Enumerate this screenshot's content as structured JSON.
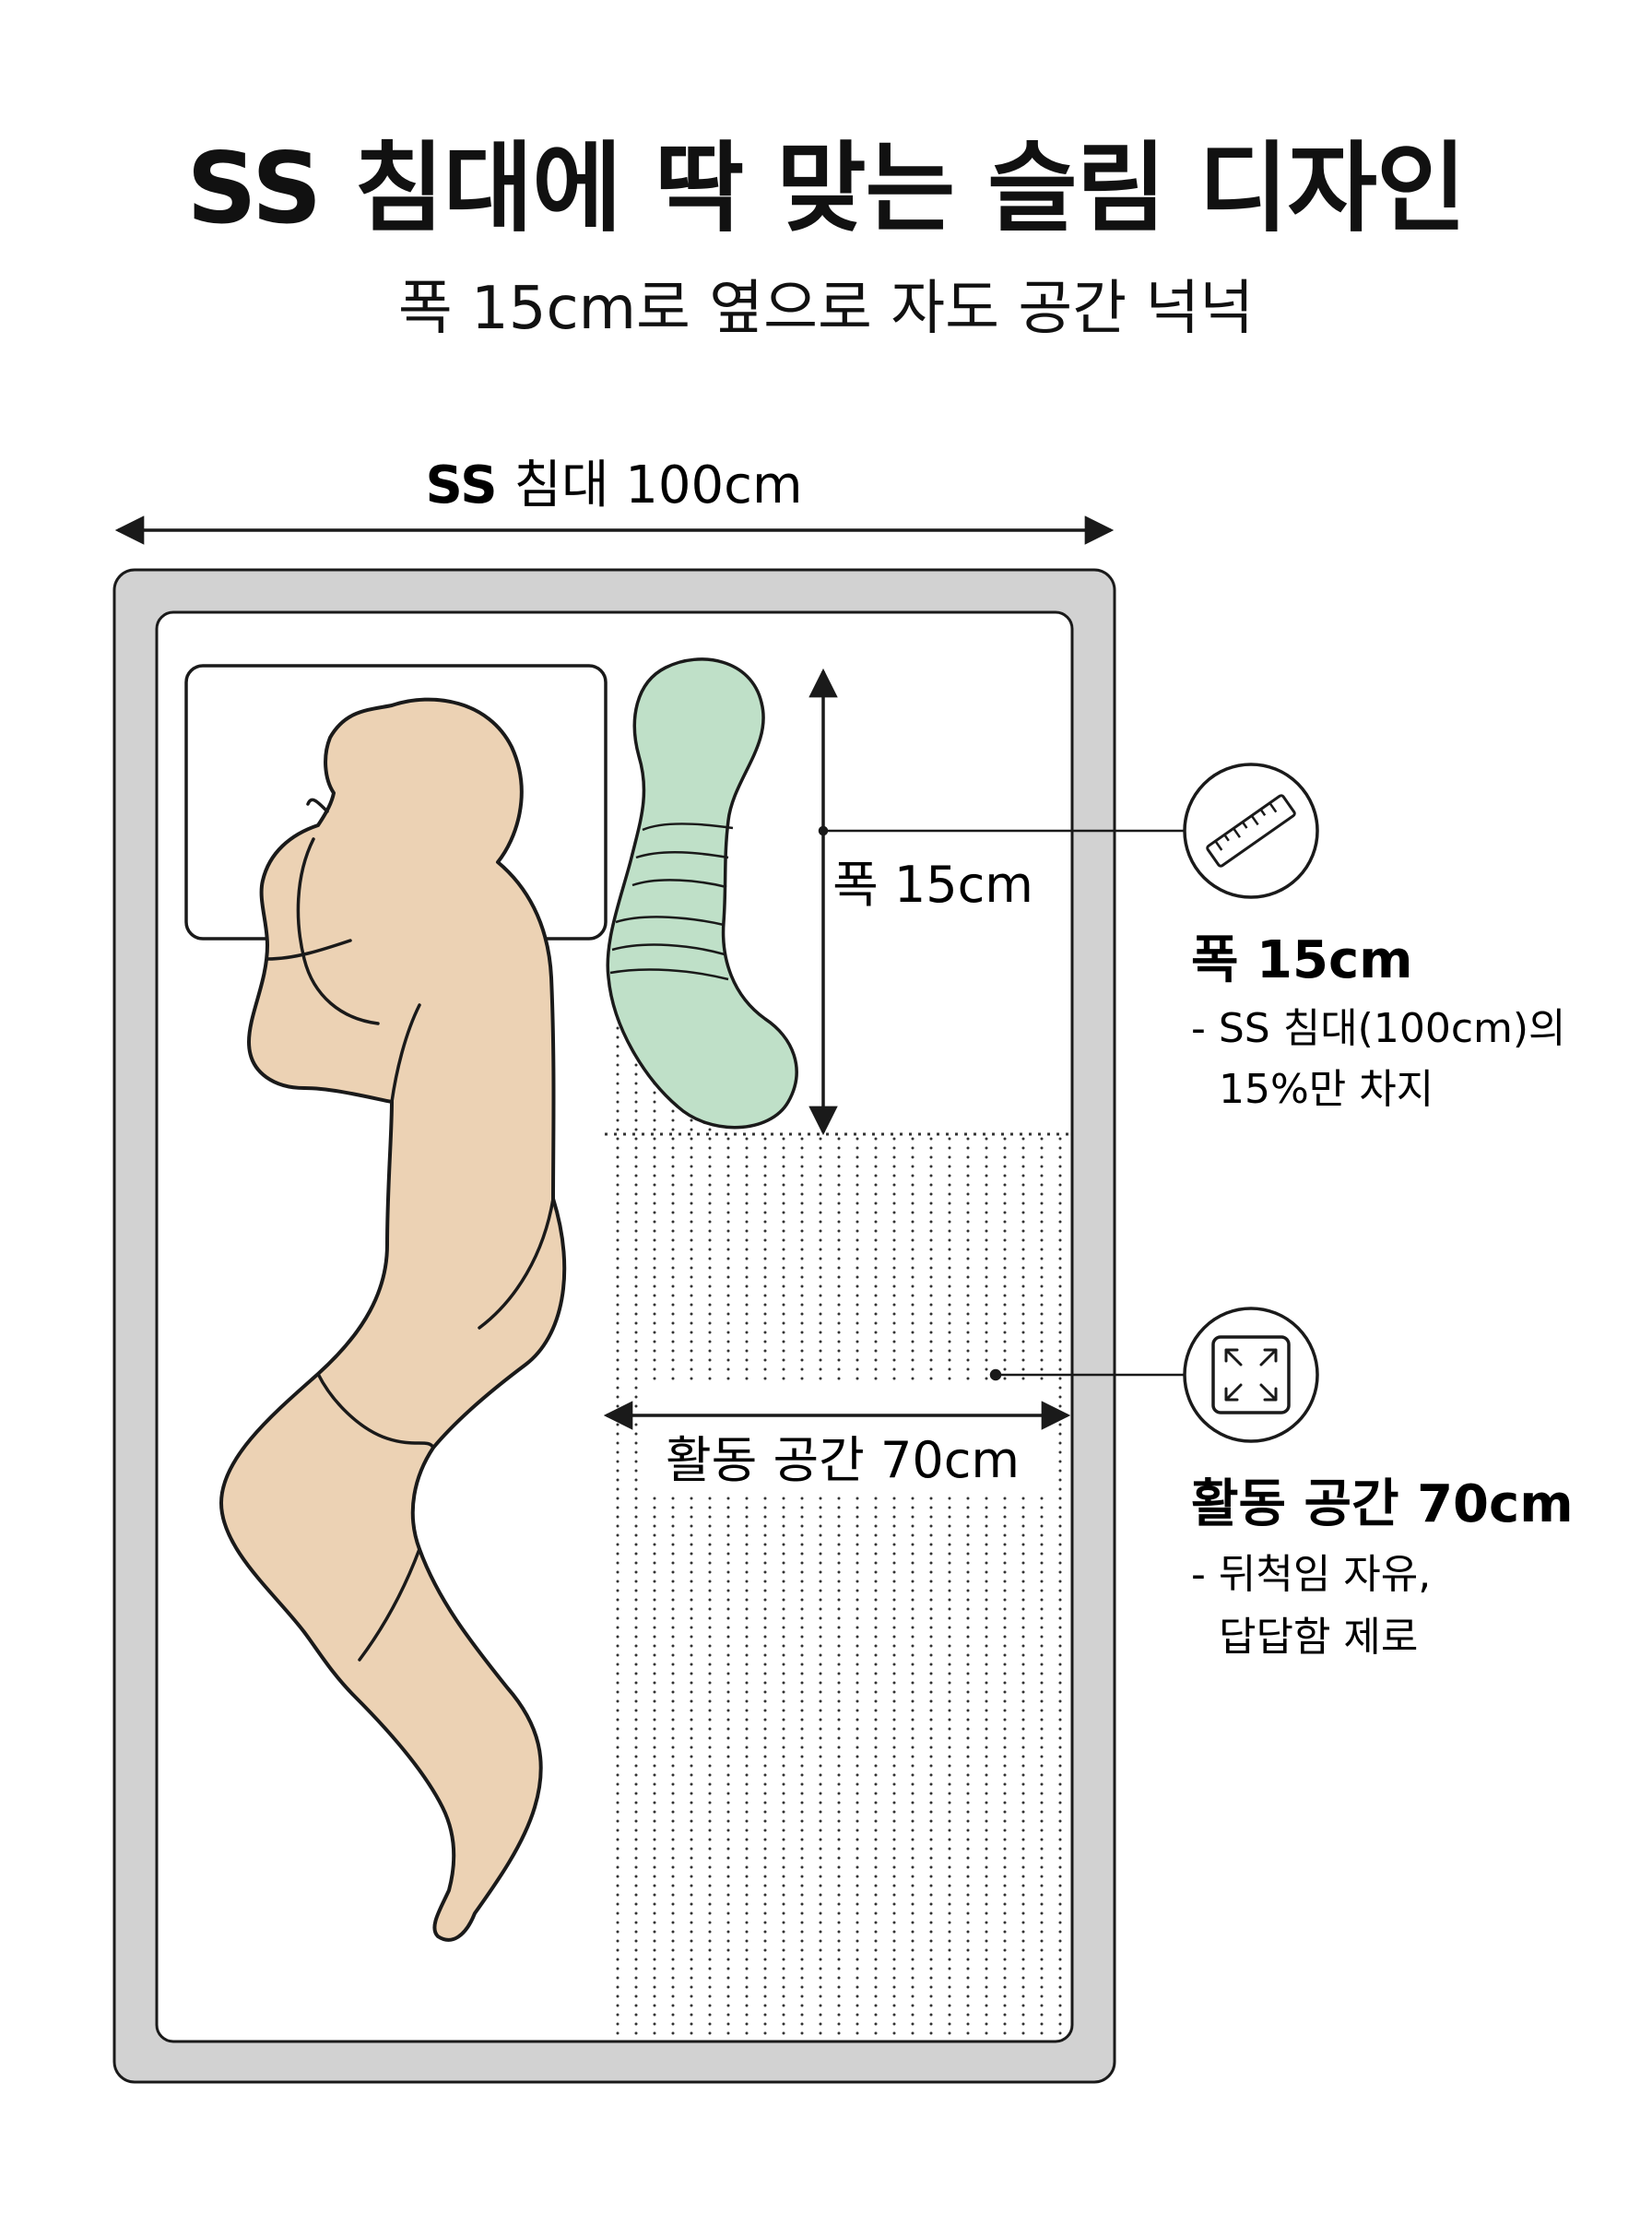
{
  "header": {
    "title": "SS 침대에 딱 맞는 슬림 디자인",
    "subtitle": "폭 15cm로 옆으로 자도 공간 넉넉"
  },
  "bed": {
    "width_label_bold": "SS",
    "width_label_rest": " 침대 100cm"
  },
  "pillow_dimension": {
    "label": "폭 15cm"
  },
  "space_dimension": {
    "label": "활동 공간 70cm"
  },
  "callouts": [
    {
      "icon": "ruler-icon",
      "title": "폭 15cm",
      "line1": "- SS 침대(100cm)의",
      "line2": "15%만 차지"
    },
    {
      "icon": "expand-icon",
      "title": "활동 공간 70cm",
      "line1": "- 뒤척임 자유,",
      "line2": "답답함 제로"
    }
  ],
  "colors": {
    "bed_frame": "#d2d2d2",
    "mattress": "#ffffff",
    "body": "#ecd2b4",
    "body_pillow": "#bfe0c8",
    "outline": "#1a1a1a"
  }
}
